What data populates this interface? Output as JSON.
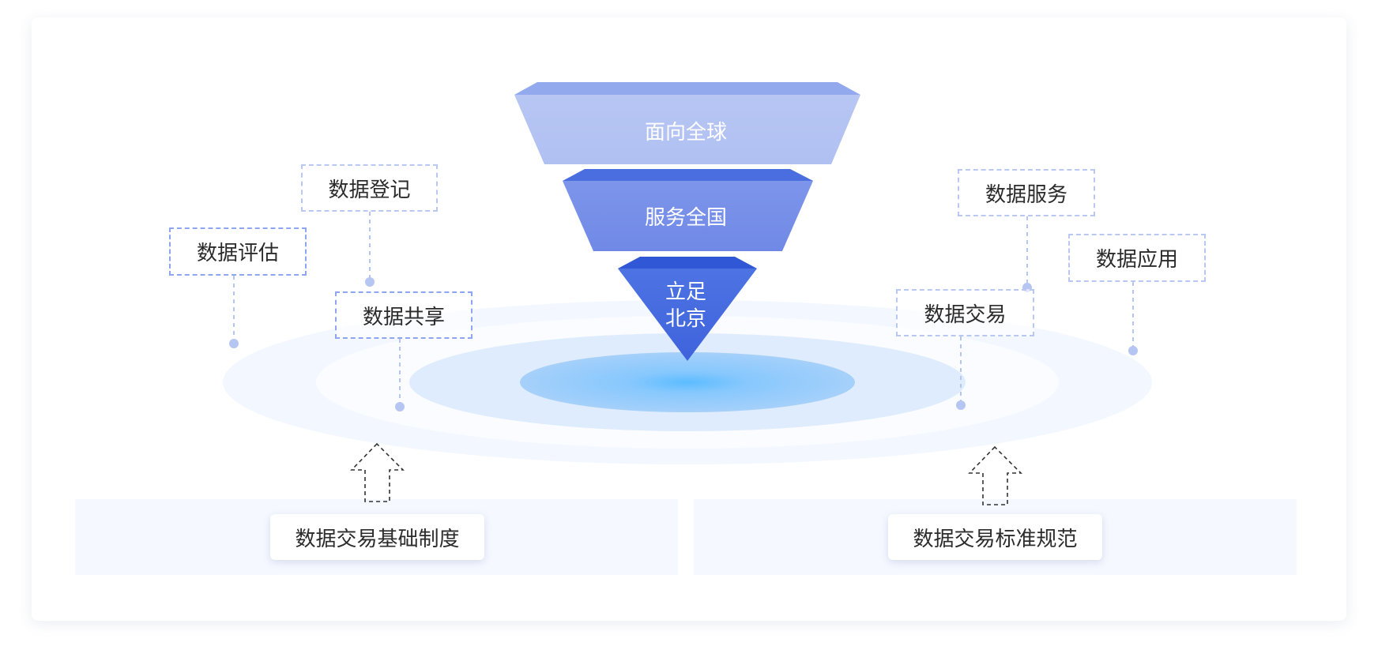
{
  "funnel": {
    "tiers": [
      {
        "label": "面向全球"
      },
      {
        "label": "服务全国"
      },
      {
        "label_line1": "立足",
        "label_line2": "北京"
      }
    ]
  },
  "left_tags": {
    "registration": "数据登记",
    "evaluation": "数据评估",
    "sharing": "数据共享"
  },
  "right_tags": {
    "service": "数据服务",
    "application": "数据应用",
    "trading": "数据交易"
  },
  "foundations": {
    "left_label": "数据交易基础制度",
    "right_label": "数据交易标准规范"
  },
  "colors": {
    "tier_top": "#b3c3f2",
    "tier_mid": "#7791e8",
    "tier_bottom": "#4a6fe0",
    "ring_outer": "#f4f8ff",
    "ring_mid": "#deebfd",
    "ring_core": "#9ac8fb",
    "connector": "#b6c6f3"
  }
}
